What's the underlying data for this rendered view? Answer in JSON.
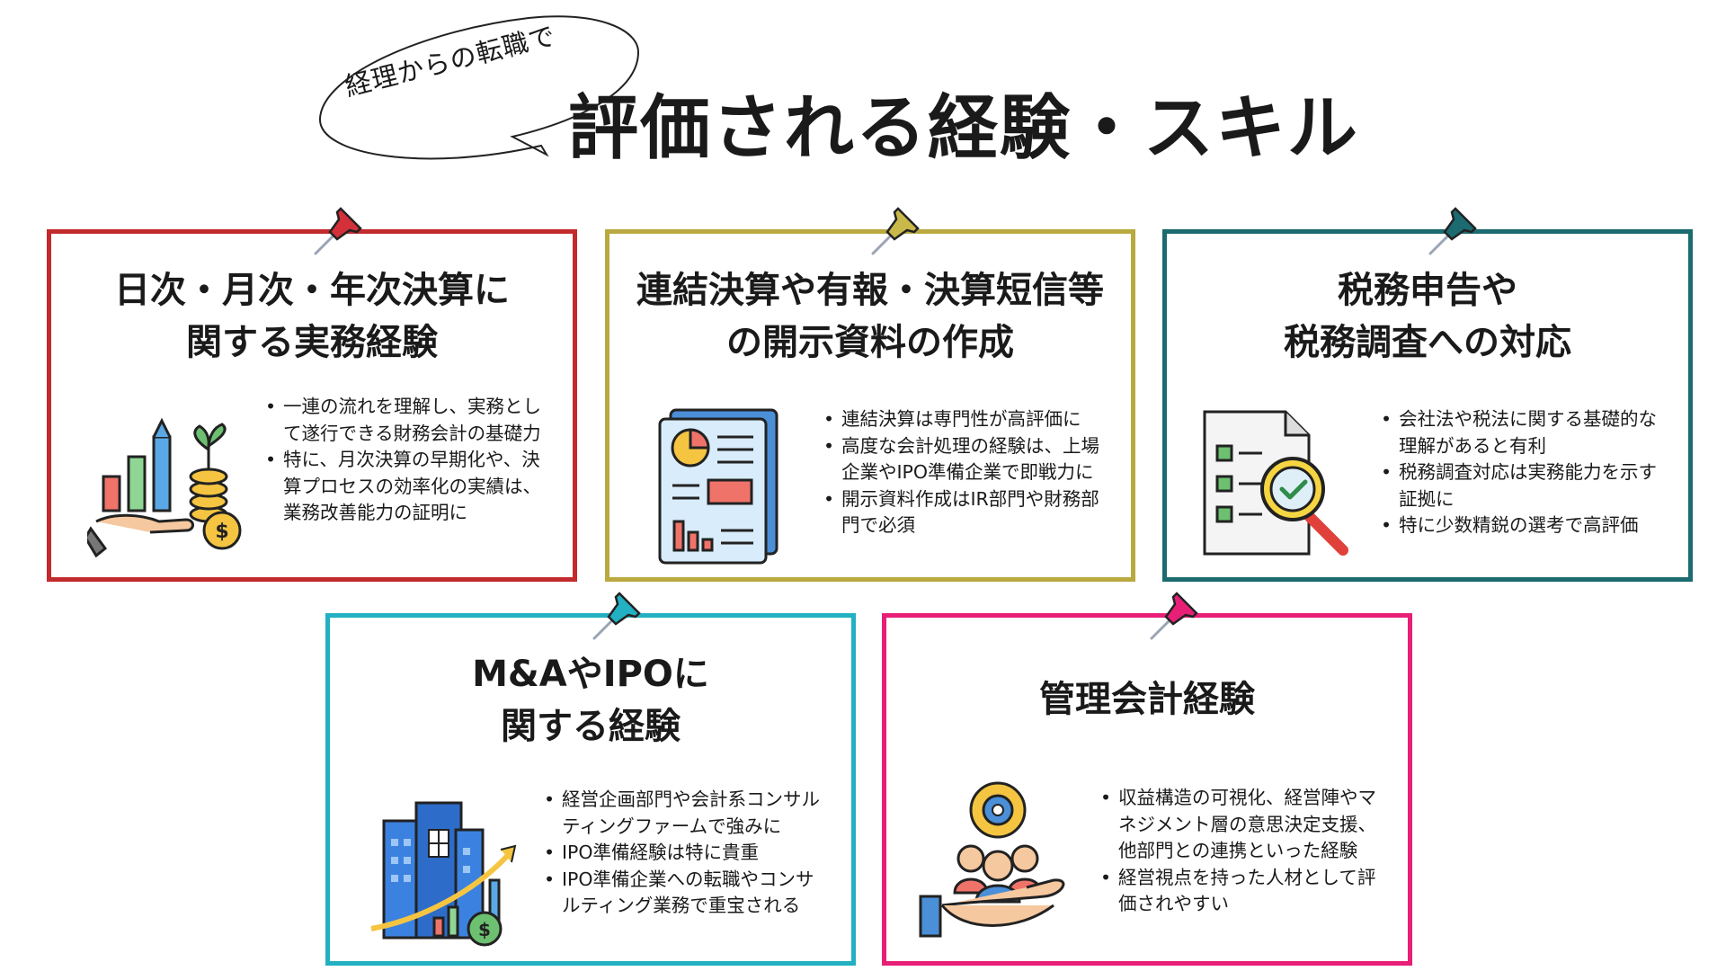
{
  "header": {
    "bubble_text": "経理からの転職で",
    "title": "評価される経験・スキル"
  },
  "cards": [
    {
      "accent": "#c22a2e",
      "pin_color": "#d4303a",
      "icon": "hand-growth-coins-icon",
      "title_lines": [
        "日次・月次・年次決算に",
        "関する実務経験"
      ],
      "bullets": [
        [
          "一連の流れを理解し、実務とし",
          "て遂行できる財務会計の基礎力"
        ],
        [
          "特に、月次決算の早期化や、決",
          "算プロセスの効率化の実績は、",
          "業務改善能力の証明に"
        ]
      ]
    },
    {
      "accent": "#b9a93f",
      "pin_color": "#c9b94a",
      "icon": "report-document-icon",
      "title_lines": [
        "連結決算や有報・決算短信等",
        "の開示資料の作成"
      ],
      "bullets": [
        [
          "連結決算は専門性が高評価に"
        ],
        [
          "高度な会計処理の経験は、上場",
          "企業やIPO準備企業で即戦力に"
        ],
        [
          "開示資料作成はIR部門や財務部",
          "門で必須"
        ]
      ]
    },
    {
      "accent": "#1b6b70",
      "pin_color": "#1b6b70",
      "icon": "document-audit-magnifier-icon",
      "title_lines": [
        "税務申告や",
        "税務調査への対応"
      ],
      "bullets": [
        [
          "会社法や税法に関する基礎的な",
          "理解があると有利"
        ],
        [
          "税務調査対応は実務能力を示す",
          "証拠に"
        ],
        [
          "特に少数精鋭の選考で高評価"
        ]
      ]
    },
    {
      "accent": "#22b0c2",
      "pin_color": "#22b0c2",
      "icon": "building-growth-chart-icon",
      "title_lines": [
        "M&AやIPOに",
        "関する経験"
      ],
      "bullets": [
        [
          "経営企画部門や会計系コンサル",
          "ティングファームで強みに"
        ],
        [
          "IPO準備経験は特に貴重"
        ],
        [
          "IPO準備企業への転職やコンサ",
          "ルティング業務で重宝される"
        ]
      ]
    },
    {
      "accent": "#e81f77",
      "pin_color": "#e81f77",
      "icon": "hand-team-gear-icon",
      "title_lines": [
        "管理会計経験"
      ],
      "bullets": [
        [
          "収益構造の可視化、経営陣やマ",
          "ネジメント層の意思決定支援、",
          "他部門との連携といった経験"
        ],
        [
          "経営視点を持った人材として評",
          "価されやすい"
        ]
      ]
    }
  ]
}
